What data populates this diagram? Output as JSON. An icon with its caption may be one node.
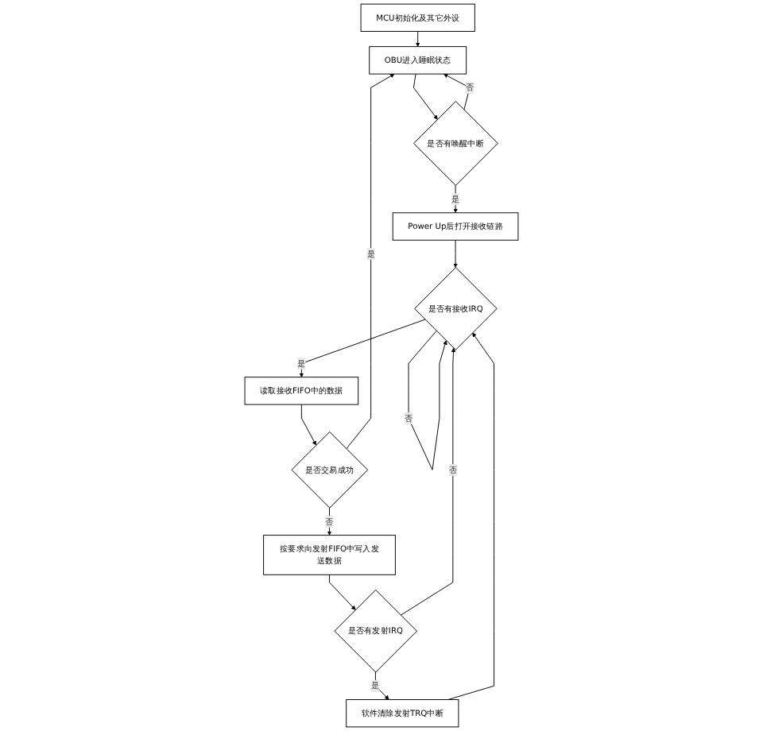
{
  "diagram": {
    "nodes": [
      {
        "text": [
          "MCU初始化及其它外设"
        ]
      },
      {
        "text": [
          "OBU进入睡眠状态"
        ]
      },
      {
        "text": [
          "是否有唤醒中断"
        ]
      },
      {
        "text": [
          "Power Up后打开接收链路"
        ]
      },
      {
        "text": [
          "是否有接收IRQ"
        ]
      },
      {
        "text": [
          "读取接收FIFO中的数据"
        ]
      },
      {
        "text": [
          "是否交易成功"
        ]
      },
      {
        "text": [
          "按要求向发射FIFO中写入发送数据"
        ]
      },
      {
        "text": [
          "是否有发射IRQ"
        ]
      },
      {
        "text": [
          "软件清除发射TRQ中断"
        ]
      }
    ],
    "edges": [
      {
        "from": 0,
        "to": 1,
        "arrow": "to"
      },
      {
        "from": 1,
        "to": 2,
        "arrow": "to"
      },
      {
        "from": 2,
        "to": 1,
        "label": "否",
        "arrow": "to"
      },
      {
        "from": 2,
        "to": 3,
        "label": "是",
        "arrow": "to"
      },
      {
        "from": 3,
        "to": 4,
        "arrow": "to"
      },
      {
        "from": 4,
        "to": 4,
        "label": "否",
        "arrow": "to"
      },
      {
        "from": 4,
        "to": 5,
        "label": "是",
        "arrow": "to"
      },
      {
        "from": 5,
        "to": 6,
        "arrow": "to"
      },
      {
        "from": 6,
        "to": 1,
        "label": "是",
        "arrow": "to"
      },
      {
        "from": 6,
        "to": 7,
        "label": "否",
        "arrow": "to"
      },
      {
        "from": 7,
        "to": 8,
        "arrow": "to"
      },
      {
        "from": 8,
        "to": 9,
        "label": "是",
        "arrow": "to"
      },
      {
        "from": 9,
        "to": 4,
        "arrow": "to"
      },
      {
        "from": 8,
        "to": 4,
        "label": "否",
        "arrow": "to"
      }
    ]
  }
}
